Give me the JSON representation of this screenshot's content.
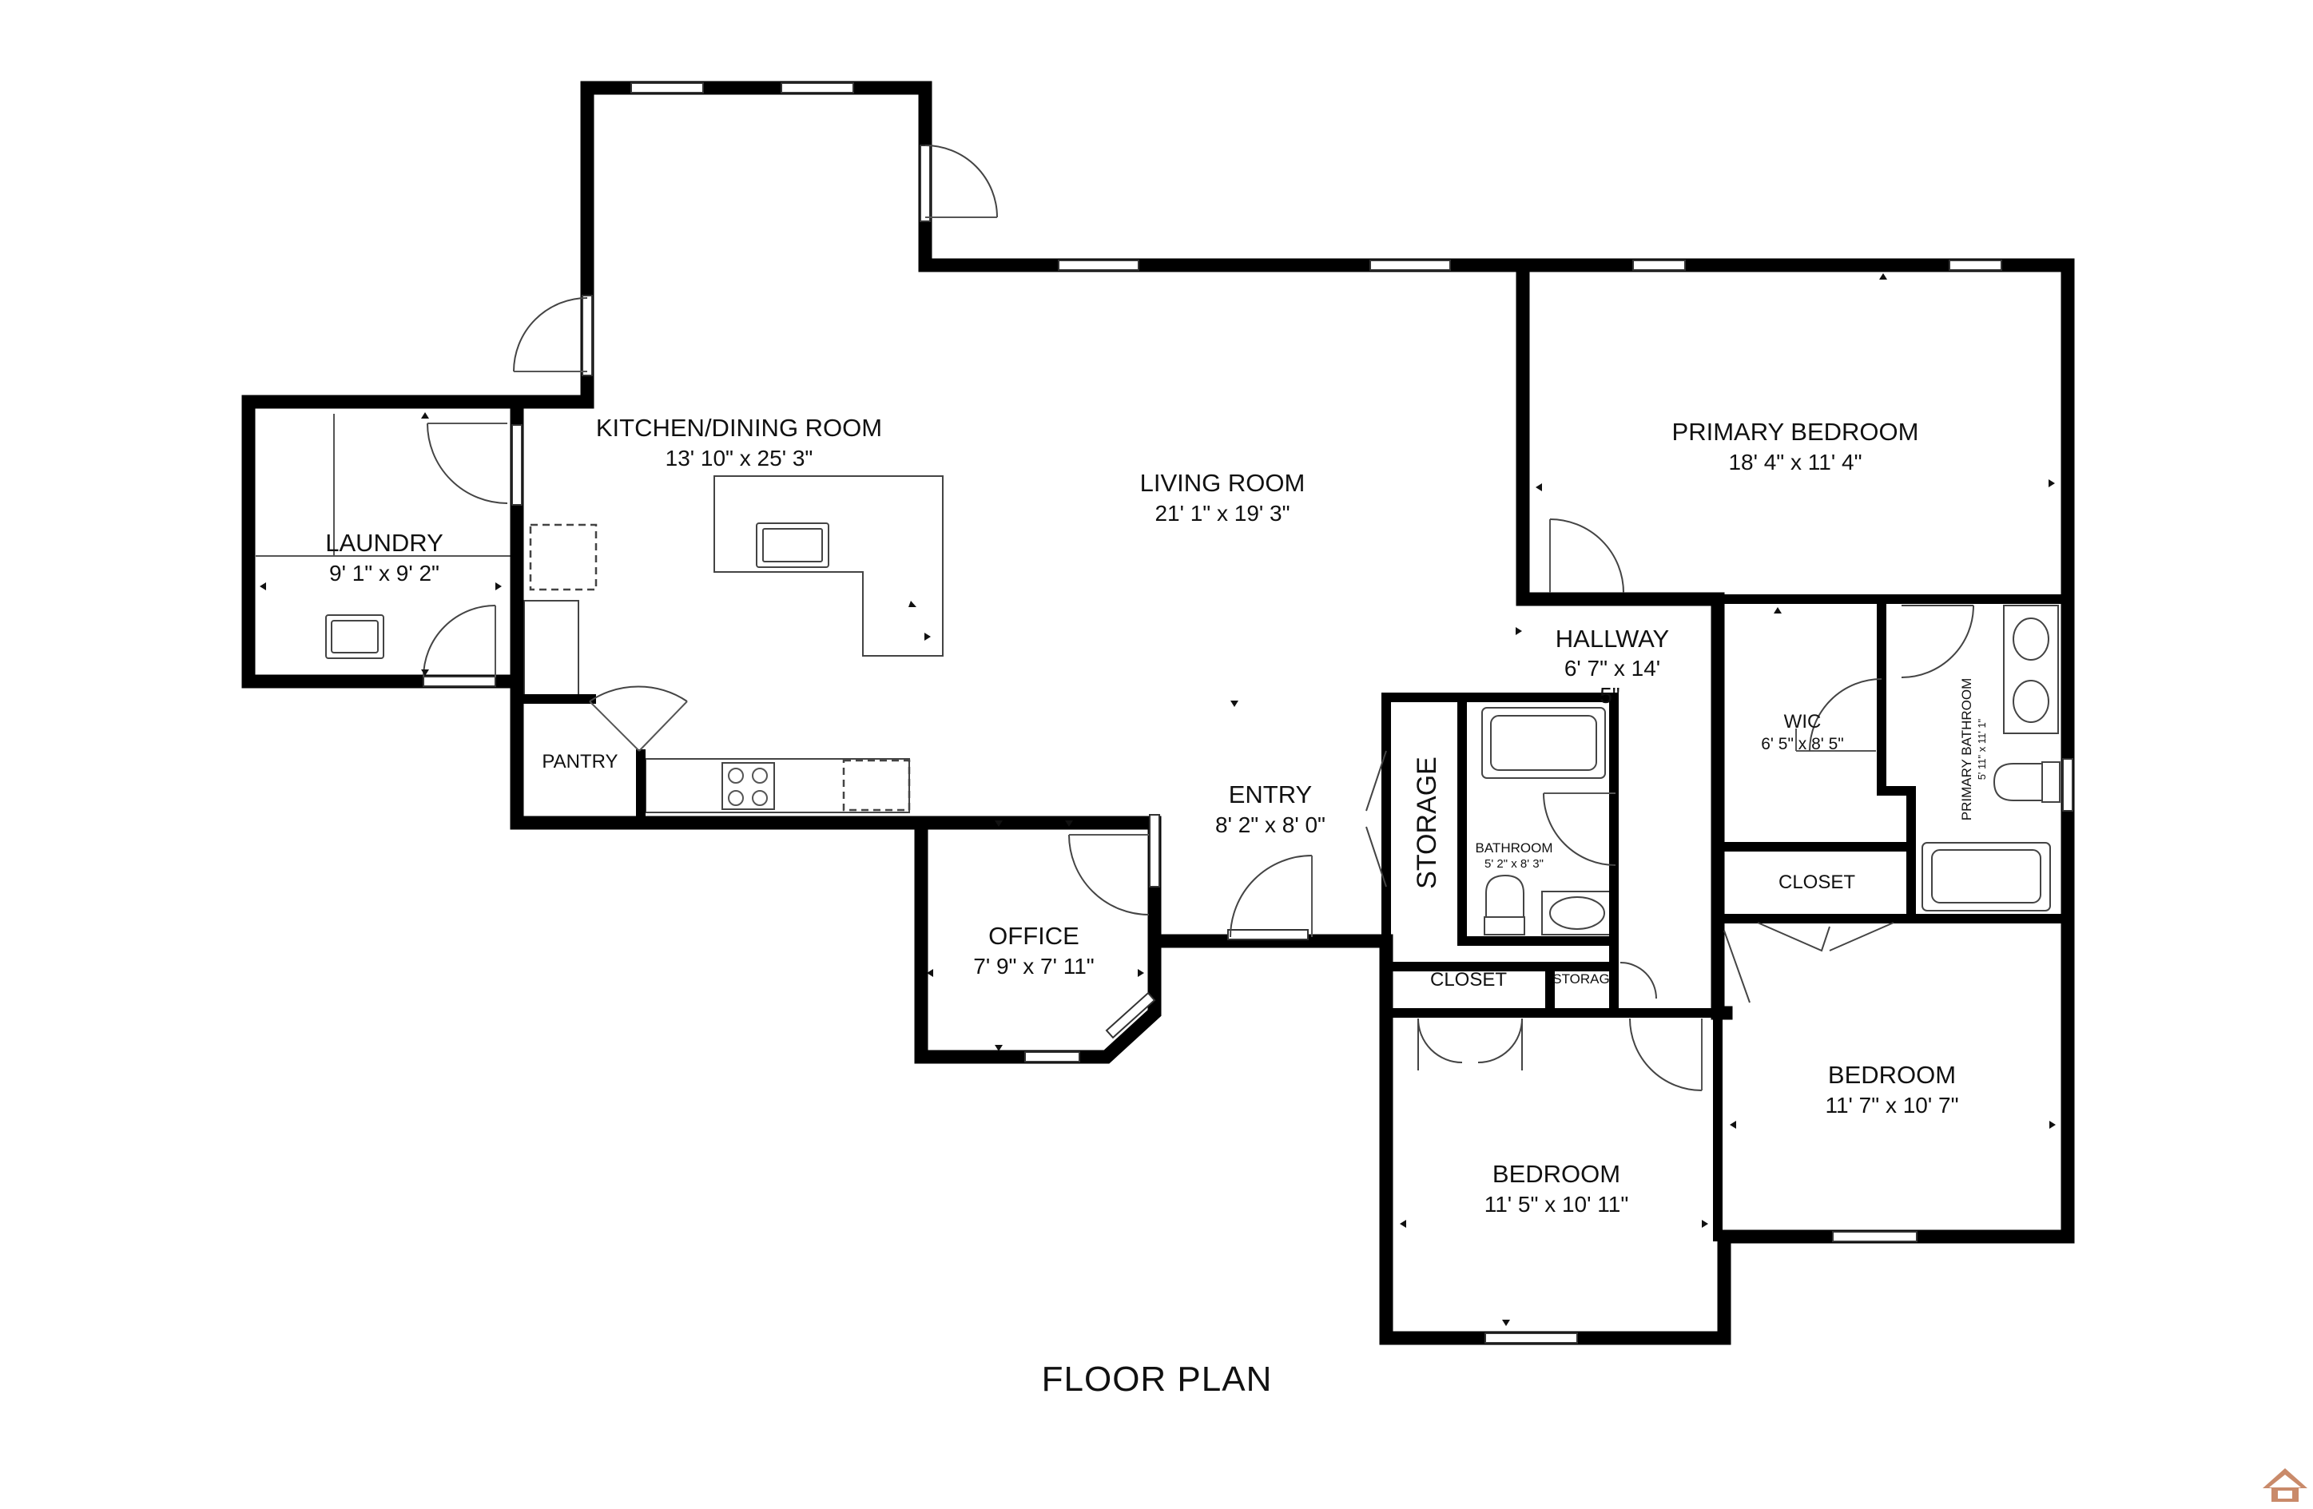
{
  "plan_title": "FLOOR PLAN",
  "rooms": {
    "kitchen_dining": {
      "name": "KITCHEN/DINING ROOM",
      "size": "13' 10\" x 25' 3\""
    },
    "living": {
      "name": "LIVING ROOM",
      "size": "21' 1\" x 19' 3\""
    },
    "primary_bedroom": {
      "name": "PRIMARY BEDROOM",
      "size": "18' 4\" x 11' 4\""
    },
    "laundry": {
      "name": "LAUNDRY",
      "size": "9' 1\" x 9' 2\""
    },
    "hallway": {
      "name": "HALLWAY",
      "size_line1": "6' 7\" x 14'",
      "size_line2": "5\""
    },
    "wic": {
      "name": "WIC",
      "size": "6' 5\" x 8' 5\""
    },
    "primary_bathroom": {
      "name": "PRIMARY BATHROOM",
      "size": "5' 11\" x 11' 1\""
    },
    "pantry": {
      "name": "PANTRY"
    },
    "entry": {
      "name": "ENTRY",
      "size": "8' 2\" x 8' 0\""
    },
    "storage": {
      "name": "STORAGE"
    },
    "bathroom": {
      "name": "BATHROOM",
      "size": "5' 2\" x 8' 3\""
    },
    "office": {
      "name": "OFFICE",
      "size": "7' 9\" x 7' 11\""
    },
    "closet_right": {
      "name": "CLOSET"
    },
    "closet_mid": {
      "name": "CLOSET"
    },
    "storage_small": {
      "name": "STORAG"
    },
    "bedroom_right": {
      "name": "BEDROOM",
      "size": "11' 7\" x 10' 7\""
    },
    "bedroom_bottom": {
      "name": "BEDROOM",
      "size": "11' 5\" x 10' 11\""
    }
  },
  "icons": [
    "house-logo-icon"
  ]
}
